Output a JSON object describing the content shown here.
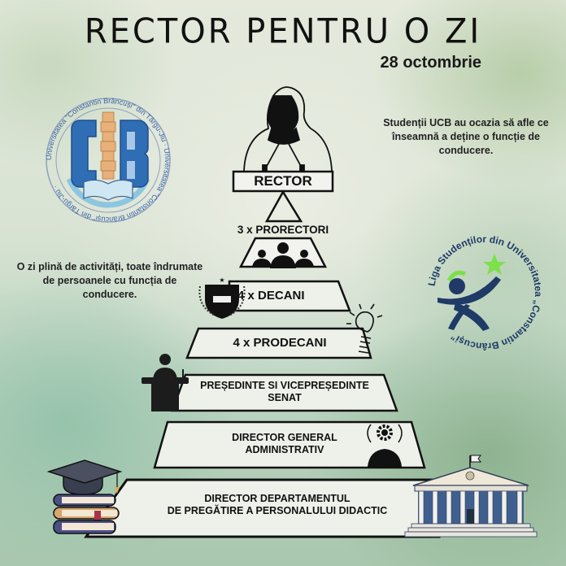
{
  "header": {
    "title": "RECTOR PENTRU O ZI",
    "date": "28 octombrie"
  },
  "notes": {
    "right": "Studenții UCB au ocazia să afle ce înseamnă a deține o funcție de conducere.",
    "left": "O zi plină de activități, toate îndrumate de persoanele cu funcția de conducere."
  },
  "logos": {
    "ucb": {
      "letters_left": "C",
      "letters_right": "B",
      "ring_text": "Universitatea \"Constantin Brâncuși\" din Târgu-Jiu · Universitatea \"Constantin Brâncuși\" din Târgu-Jiu ·",
      "colors": {
        "letters": "#2f6db5",
        "column": "#e8b07a",
        "book": "#cfe6f3",
        "ring": "#7a8fb0"
      }
    },
    "league": {
      "ring_text": "Liga Studenților din Universitatea „Constantin Brâncuși”",
      "colors": {
        "figure": "#1f3a66",
        "accent": "#7be04a"
      }
    }
  },
  "pyramid": {
    "tiers": [
      {
        "id": "rector",
        "label": "RECTOR",
        "icon": "speaker-at-podium-icon"
      },
      {
        "id": "prorectori",
        "label": "3 x PRORECTORI",
        "icon": "three-people-icon"
      },
      {
        "id": "decani",
        "label": "4 x DECANI",
        "icon": "academic-shield-icon"
      },
      {
        "id": "prodecani",
        "label": "4 x PRODECANI",
        "icon": "lightbulb-brain-icon"
      },
      {
        "id": "senat",
        "label_line1": "PREȘEDINTE SI VICEPREȘEDINTE",
        "label_line2": "SENAT",
        "icon": "lectern-speaker-icon"
      },
      {
        "id": "dga",
        "label_line1": "DIRECTOR GENERAL",
        "label_line2": "ADMINISTRATIV",
        "icon": "gear-person-icon"
      },
      {
        "id": "dppd",
        "label_line1": "DIRECTOR DEPARTAMENTUL",
        "label_line2": "DE PREGĂTIRE A PERSONALULUI DIDACTIC",
        "icon": "graduation-books-icon"
      }
    ]
  },
  "decorations": {
    "building": "university-building-icon"
  },
  "colors": {
    "ink": "#111111",
    "tier_fill": "#eef1ea",
    "background_light": "#e6eadf",
    "background_green": "#a9c7ae"
  }
}
